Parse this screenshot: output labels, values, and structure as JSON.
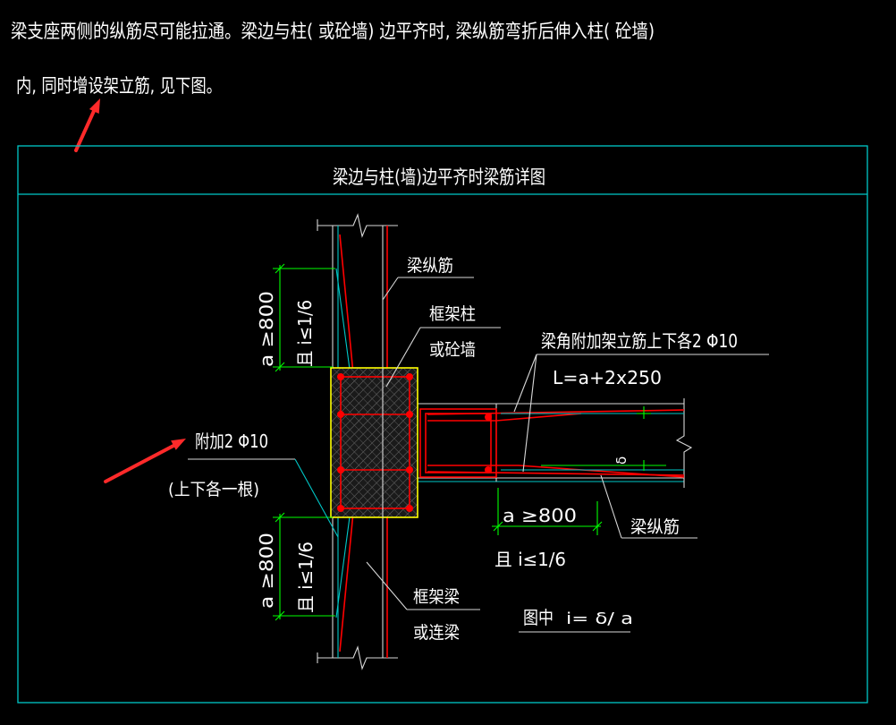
{
  "note": {
    "line1": "梁支座两侧的纵筋尽可能拉通。梁边与柱( 或砼墙) 边平齐时, 梁纵筋弯折后伸入柱( 砼墙)",
    "line2": "内, 同时增设架立筋, 见下图。"
  },
  "detail": {
    "title": "梁边与柱(墙)边平齐时梁筋详图",
    "column_labels": {
      "beam_long_bar": "梁纵筋",
      "frame_column": "框架柱",
      "or_concrete_wall": "或砼墙",
      "additional_bars": "附加2 Φ10",
      "additional_bars_note": "(上下各一根)",
      "frame_beam": "框架梁",
      "or_coupling_beam": "或连梁"
    },
    "beam_labels": {
      "corner_erection_bars": "梁角附加架立筋上下各2 Φ10",
      "erection_bar_length": "L=a+2x250",
      "beam_long_bar": "梁纵筋",
      "offset_symbol": "δ"
    },
    "dimensions": {
      "upper_left": {
        "length": "a ≥800",
        "slope": "且 i≤1/6"
      },
      "lower_left": {
        "length": "a ≥800",
        "slope": "且 i≤1/6"
      },
      "beam": {
        "length": "a ≥800",
        "slope": "且 i≤1/6"
      }
    },
    "legend": {
      "prefix": "图中",
      "formula": "i= δ/ a"
    }
  },
  "colors": {
    "background": "#000000",
    "frame": "#00c8c8",
    "text": "#ffffff",
    "rebar": "#ff0000",
    "dimension": "#00ff00",
    "section_outline": "#ffff00",
    "annotation_arrow": "#ff2a2a"
  }
}
